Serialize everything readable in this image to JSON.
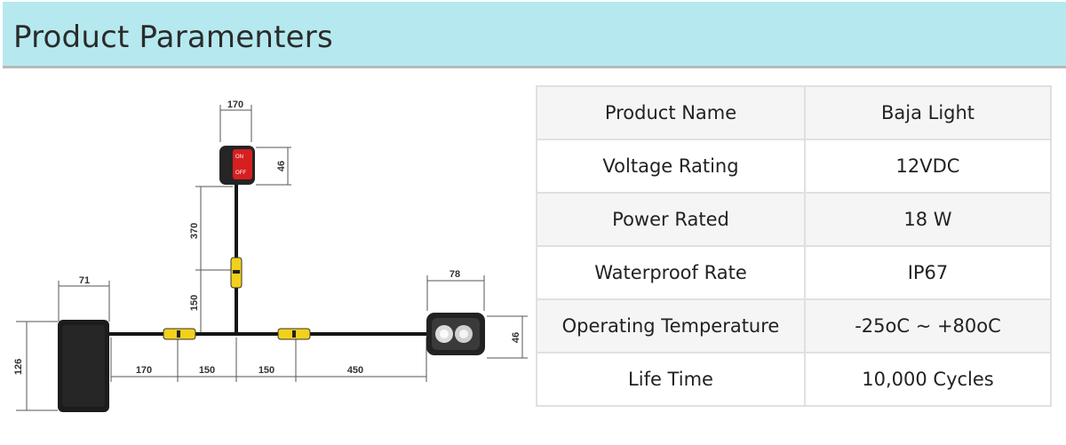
{
  "header": {
    "title": "Product Paramenters"
  },
  "diagram": {
    "switch_on": "ON",
    "switch_off": "OFF",
    "dimensions": {
      "switch_width": "170",
      "switch_height": "46",
      "cable_vertical_upper": "370",
      "cable_vertical_lower": "150",
      "box_width": "71",
      "box_height": "126",
      "seg_1": "170",
      "seg_2": "150",
      "seg_3": "150",
      "seg_4": "450",
      "light_width": "78",
      "light_height": "46"
    }
  },
  "specs": [
    {
      "name": "Product Name",
      "value": "Baja Light"
    },
    {
      "name": "Voltage Rating",
      "value": "12VDC"
    },
    {
      "name": "Power Rated",
      "value": "18 W"
    },
    {
      "name": "Waterproof Rate",
      "value": "IP67"
    },
    {
      "name": "Operating Temperature",
      "value": "-25oC  ~  +80oC"
    },
    {
      "name": "Life Time",
      "value": "10,000 Cycles"
    }
  ]
}
